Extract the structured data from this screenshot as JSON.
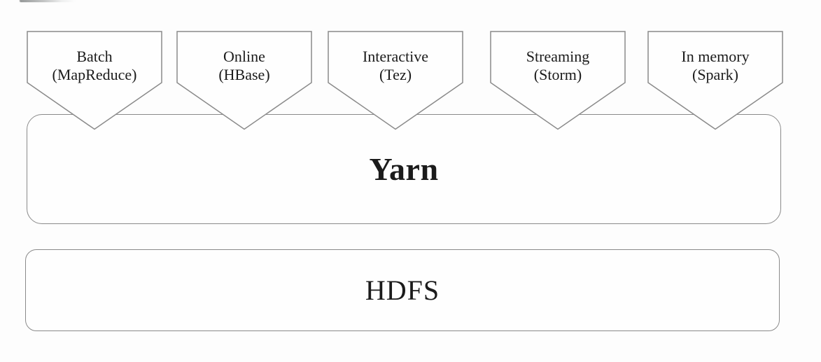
{
  "diagram": {
    "services": [
      {
        "name": "Batch",
        "tech": "(MapReduce)"
      },
      {
        "name": "Online",
        "tech": "(HBase)"
      },
      {
        "name": "Interactive",
        "tech": "(Tez)"
      },
      {
        "name": "Streaming",
        "tech": "(Storm)"
      },
      {
        "name": "In memory",
        "tech": "(Spark)"
      }
    ],
    "layers": {
      "yarn": "Yarn",
      "hdfs": "HDFS"
    },
    "colors": {
      "border": "#8a8a8a",
      "text": "#1b1b1b",
      "fill": "#fefefe",
      "background": "#fdfdfd"
    }
  }
}
